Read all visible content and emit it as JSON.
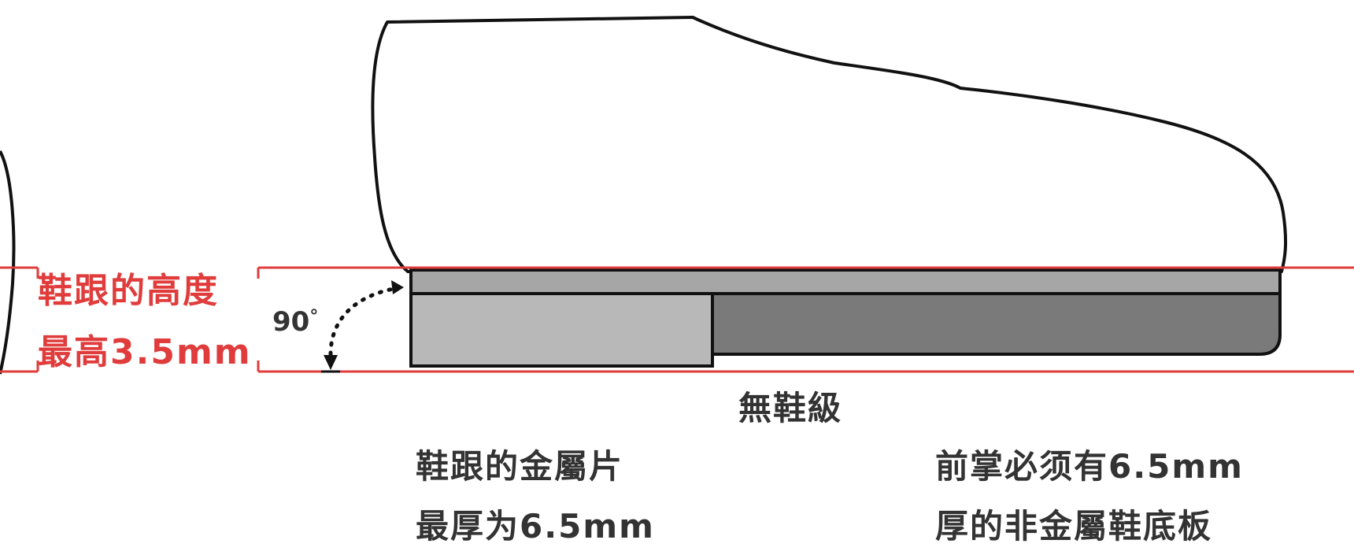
{
  "colors": {
    "reference_line": "#e03c3c",
    "outline": "#111111",
    "sole_layer": "#a6a6a6",
    "heel_plate": "#b8b8b8",
    "forefoot_plate": "#7a7a7a",
    "text": "#333333"
  },
  "labels": {
    "heel_height_line1": "鞋跟的高度",
    "heel_height_line2": "最高3.5mm",
    "angle_value": "90",
    "angle_unit": "°",
    "no_heel_step": "無鞋級",
    "heel_metal_line1": "鞋跟的金屬片",
    "heel_metal_line2": "最厚为6.5mm",
    "forefoot_line1": "前掌必须有6.5mm",
    "forefoot_line2": "厚的非金屬鞋底板"
  }
}
